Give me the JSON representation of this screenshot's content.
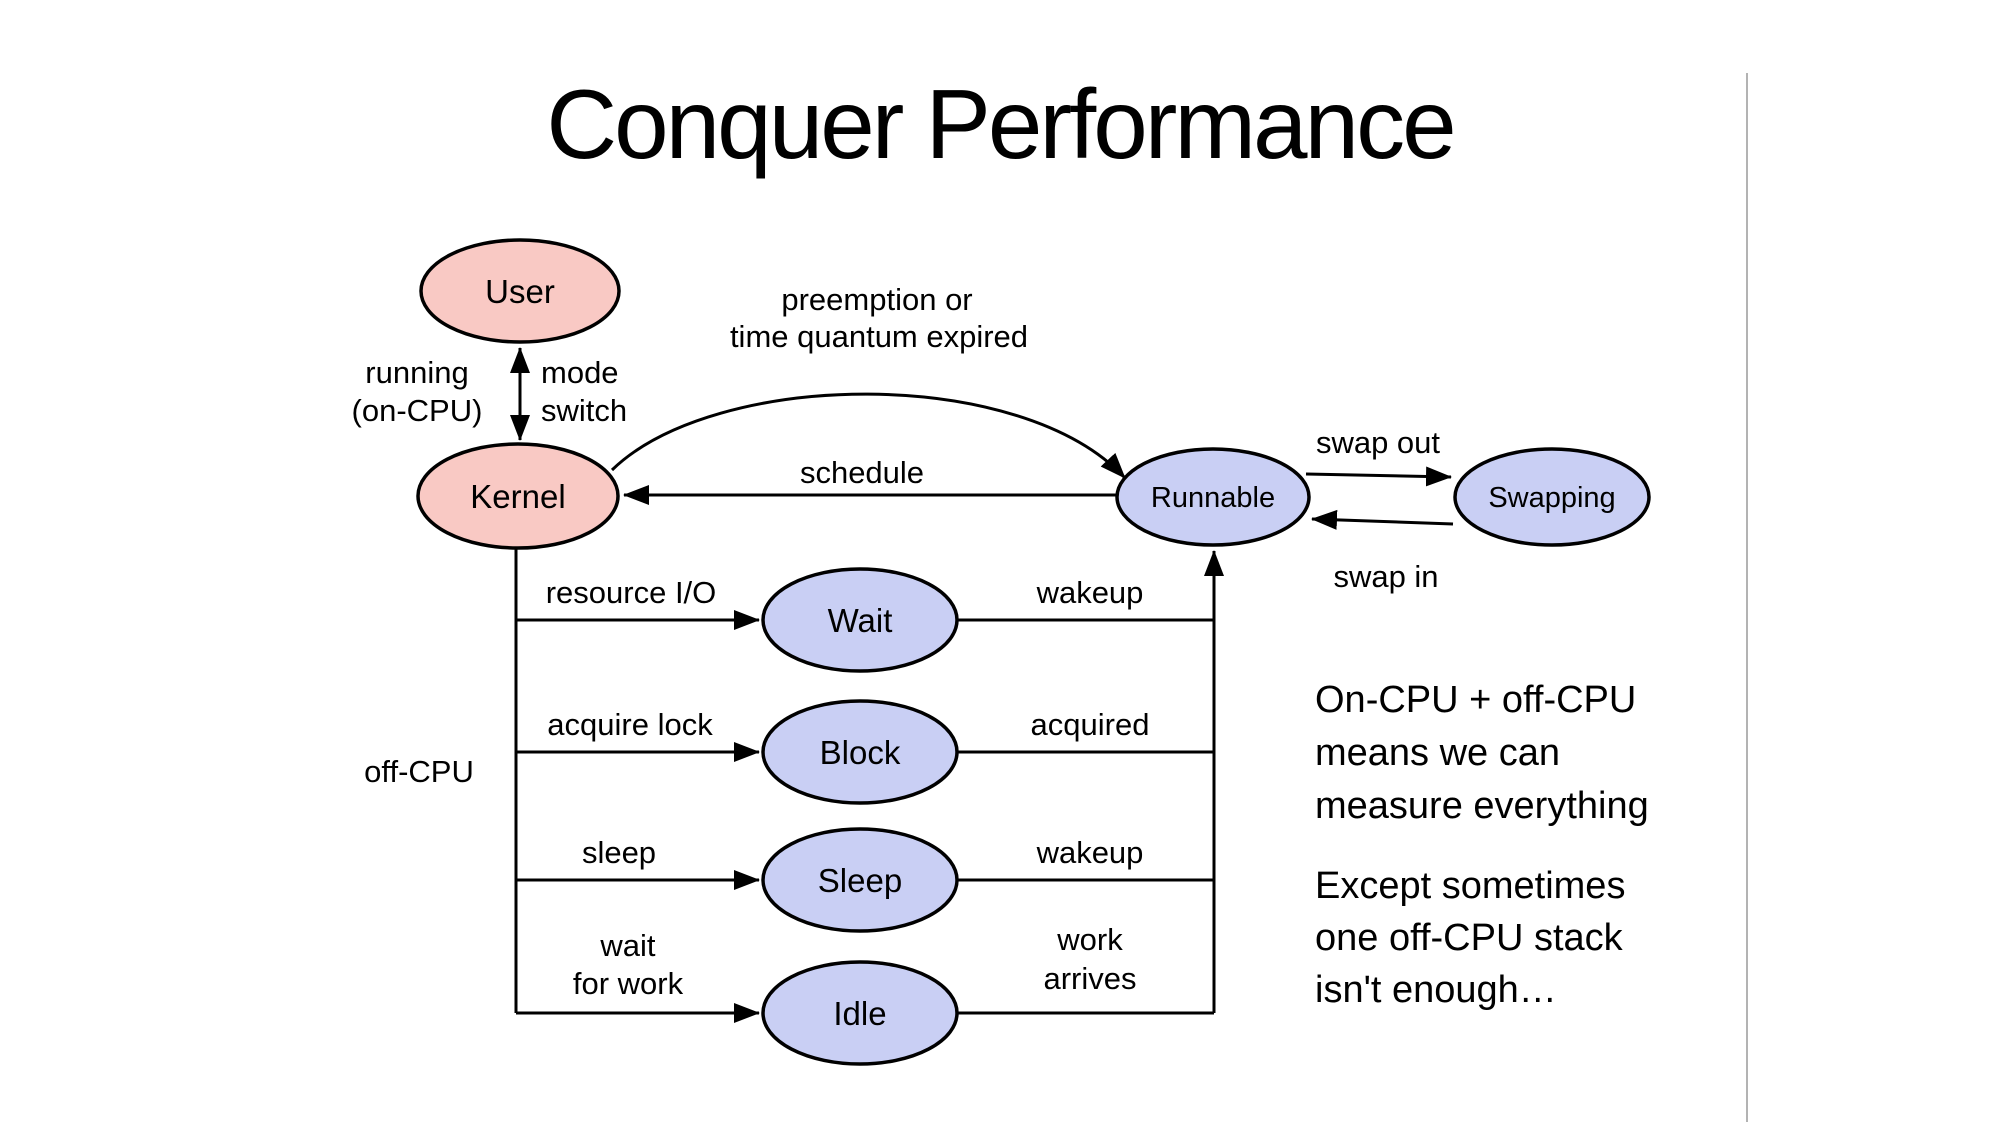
{
  "title": "Conquer Performance",
  "diagram": {
    "nodes": {
      "user": {
        "label": "User"
      },
      "kernel": {
        "label": "Kernel"
      },
      "runnable": {
        "label": "Runnable"
      },
      "swapping": {
        "label": "Swapping"
      },
      "wait": {
        "label": "Wait"
      },
      "block": {
        "label": "Block"
      },
      "sleep": {
        "label": "Sleep"
      },
      "idle": {
        "label": "Idle"
      }
    },
    "edge_labels": {
      "running_1": "running",
      "running_2": "(on-CPU)",
      "mode_1": "mode",
      "mode_2": "switch",
      "preemption_1": "preemption or",
      "preemption_2": "time quantum expired",
      "schedule": "schedule",
      "swap_out": "swap out",
      "swap_in": "swap in",
      "resource_io": "resource I/O",
      "wakeup_wait": "wakeup",
      "acquire_lock": "acquire lock",
      "acquired": "acquired",
      "sleep": "sleep",
      "wakeup_sleep": "wakeup",
      "wait_1": "wait",
      "wait_2": "for work",
      "work_1": "work",
      "work_2": "arrives",
      "off_cpu": "off-CPU"
    }
  },
  "notes": {
    "para1": {
      "line1": "On-CPU + off-CPU",
      "line2": "means we can",
      "line3": "measure everything"
    },
    "para2": {
      "line1": "Except sometimes",
      "line2": "one off-CPU stack",
      "line3": "isn't enough…"
    }
  },
  "colors": {
    "cpu_fill": "#f9c9c4",
    "state_fill": "#c9cff4",
    "stroke": "#000000",
    "divider": "#b3b3b3"
  }
}
